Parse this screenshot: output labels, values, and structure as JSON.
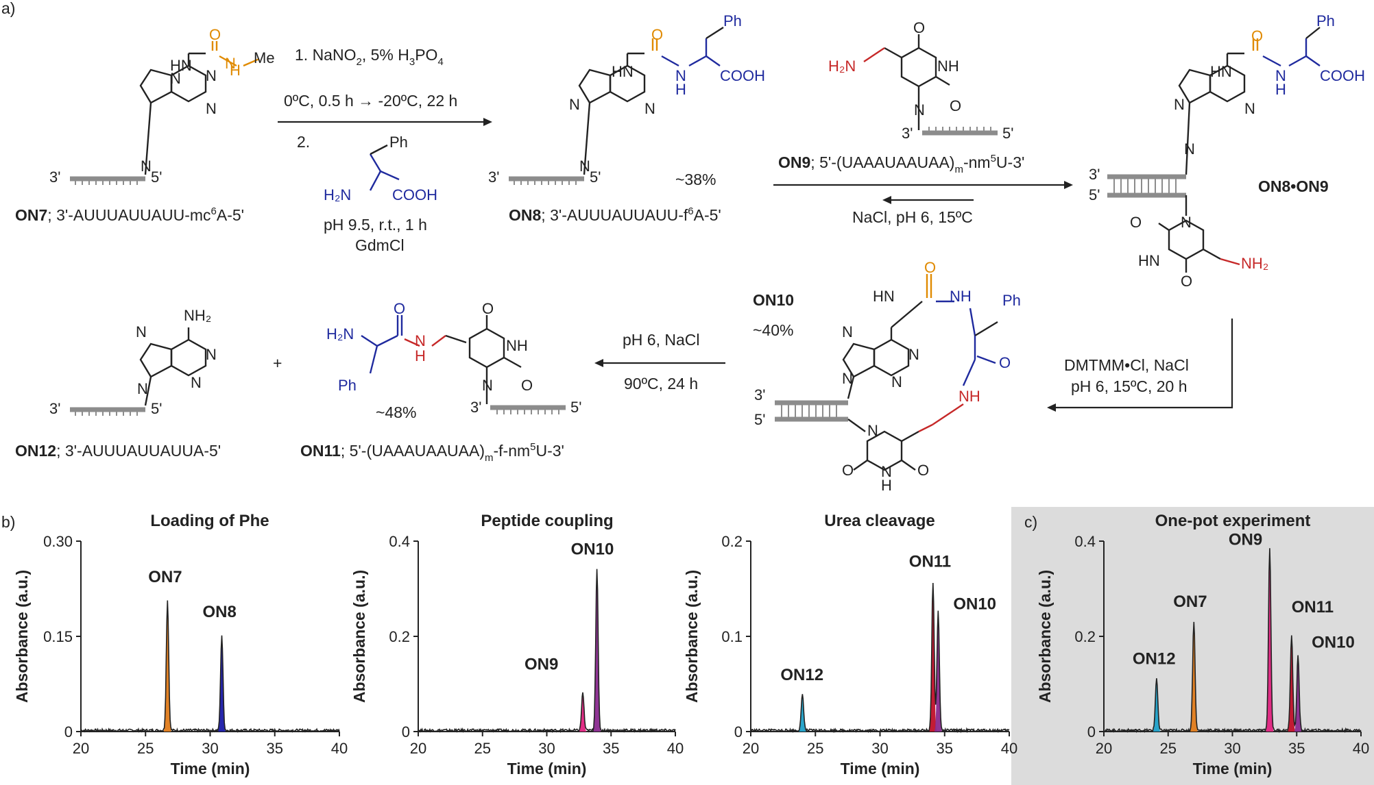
{
  "panel_labels": {
    "a": "a)",
    "b": "b)",
    "c": "c)"
  },
  "scheme": {
    "on7": {
      "bold": "ON7",
      "seq_pre": "; 3'-AUUUAUUAUU-mc",
      "sup": "6",
      "seq_post": "A-5'"
    },
    "on8": {
      "bold": "ON8",
      "seq_pre": "; 3'-AUUUAUUAUU-f",
      "sup": "6",
      "seq_post": "A-5'"
    },
    "on8_yield": "~38%",
    "on9": {
      "bold": "ON9",
      "seq_pre": "; 5'-(UAAAUAAUAA)",
      "sub": "m",
      "seq_mid": "-nm",
      "sup": "5",
      "seq_post": "U-3'"
    },
    "on8on9": "ON8•ON9",
    "on10": {
      "bold": "ON10",
      "yield": "~40%"
    },
    "on11": {
      "bold": "ON11",
      "seq_pre": "; 5'-(UAAAUAAUAA)",
      "sub": "m",
      "seq_mid": "-f-nm",
      "sup": "5",
      "seq_post": "U-3'",
      "yield": "~48%"
    },
    "on12": {
      "bold": "ON12",
      "seq": "; 3'-AUUUAUUAUUA-5'"
    },
    "step1": {
      "line1_pre": "1. NaNO",
      "line1_sub": "2",
      "line1_mid": ", 5% H",
      "line1_sub2": "3",
      "line1_post": "PO",
      "line1_sub3": "4",
      "line2": "0ºC, 0.5 h → -20ºC, 22 h",
      "line3": "2.",
      "line4": "pH 9.5, r.t., 1 h",
      "line5": "GdmCl"
    },
    "step_hyb": {
      "below": "NaCl, pH 6, 15ºC"
    },
    "step_couple": {
      "line1": "DMTMM•Cl, NaCl",
      "line2": "pH 6, 15ºC, 20 h"
    },
    "step_cleave": {
      "line1": "pH 6, NaCl",
      "line2": "90ºC, 24 h"
    },
    "plus": "+",
    "atoms": {
      "O": "O",
      "HN": "HN",
      "NH": "NH",
      "N": "N",
      "H": "H",
      "Me": "Me",
      "Ph": "Ph",
      "COOH": "COOH",
      "H2N": "H₂N",
      "NH2": "NH₂",
      "prime3": "3'",
      "prime5": "5'"
    }
  },
  "colors": {
    "orange": "#e08a00",
    "blue": "#1f2a9e",
    "red": "#c62828",
    "gray_strand": "#8c8c8c",
    "panel_c_bg": "#dcdcdc",
    "fill_on7": "#e07b1a",
    "fill_on8": "#1a1aa8",
    "fill_on9": "#e0237f",
    "fill_on10": "#8a2a8f",
    "fill_on11": "#c0102a",
    "fill_on12": "#1ea0c8"
  },
  "chart_data": [
    {
      "type": "line",
      "title": "Loading of Phe",
      "xlabel": "Time (min)",
      "ylabel": "Absorbance (a.u.)",
      "xlim": [
        20,
        40
      ],
      "ylim": [
        0,
        0.3
      ],
      "xticks": [
        20,
        25,
        30,
        35,
        40
      ],
      "yticks": [
        0,
        0.15,
        0.3
      ],
      "ytick_labels": [
        "0",
        "0.15",
        "0.30"
      ],
      "peaks": [
        {
          "label": "ON7",
          "time": 26.7,
          "height": 0.205,
          "fill": "#e07b1a"
        },
        {
          "label": "ON8",
          "time": 30.9,
          "height": 0.15,
          "fill": "#1a1aa8"
        }
      ]
    },
    {
      "type": "line",
      "title": "Peptide coupling",
      "xlabel": "Time (min)",
      "ylabel": "Absorbance (a.u.)",
      "xlim": [
        20,
        40
      ],
      "ylim": [
        0,
        0.4
      ],
      "xticks": [
        20,
        25,
        30,
        35,
        40
      ],
      "yticks": [
        0,
        0.2,
        0.4
      ],
      "ytick_labels": [
        "0",
        "0.2",
        "0.4"
      ],
      "peaks": [
        {
          "label": "ON9",
          "time": 32.8,
          "height": 0.08,
          "fill": "#e0237f"
        },
        {
          "label": "ON10",
          "time": 33.9,
          "height": 0.34,
          "fill": "#8a2a8f"
        }
      ]
    },
    {
      "type": "line",
      "title": "Urea cleavage",
      "xlabel": "Time (min)",
      "ylabel": "Absorbance (a.u.)",
      "xlim": [
        20,
        40
      ],
      "ylim": [
        0,
        0.2
      ],
      "xticks": [
        20,
        25,
        30,
        35,
        40
      ],
      "yticks": [
        0,
        0.1,
        0.2
      ],
      "ytick_labels": [
        "0",
        "0.1",
        "0.2"
      ],
      "peaks": [
        {
          "label": "ON12",
          "time": 24.0,
          "height": 0.038,
          "fill": "#1ea0c8"
        },
        {
          "label": "ON11",
          "time": 34.1,
          "height": 0.155,
          "fill": "#c0102a"
        },
        {
          "label": "ON10",
          "time": 34.5,
          "height": 0.125,
          "fill": "#8a2a8f"
        }
      ]
    },
    {
      "type": "line",
      "title": "One-pot experiment",
      "xlabel": "Time (min)",
      "ylabel": "Absorbance (a.u.)",
      "xlim": [
        20,
        40
      ],
      "ylim": [
        0,
        0.4
      ],
      "xticks": [
        20,
        25,
        30,
        35,
        40
      ],
      "yticks": [
        0,
        0.2,
        0.4
      ],
      "ytick_labels": [
        "0",
        "0.2",
        "0.4"
      ],
      "peaks": [
        {
          "label": "ON12",
          "time": 24.1,
          "height": 0.11,
          "fill": "#1ea0c8"
        },
        {
          "label": "ON7",
          "time": 27.0,
          "height": 0.23,
          "fill": "#e07b1a"
        },
        {
          "label": "ON9",
          "time": 32.9,
          "height": 0.385,
          "fill": "#e0237f"
        },
        {
          "label": "ON11",
          "time": 34.6,
          "height": 0.2,
          "fill": "#c0102a"
        },
        {
          "label": "ON10",
          "time": 35.1,
          "height": 0.155,
          "fill": "#8a2a8f"
        }
      ]
    }
  ]
}
